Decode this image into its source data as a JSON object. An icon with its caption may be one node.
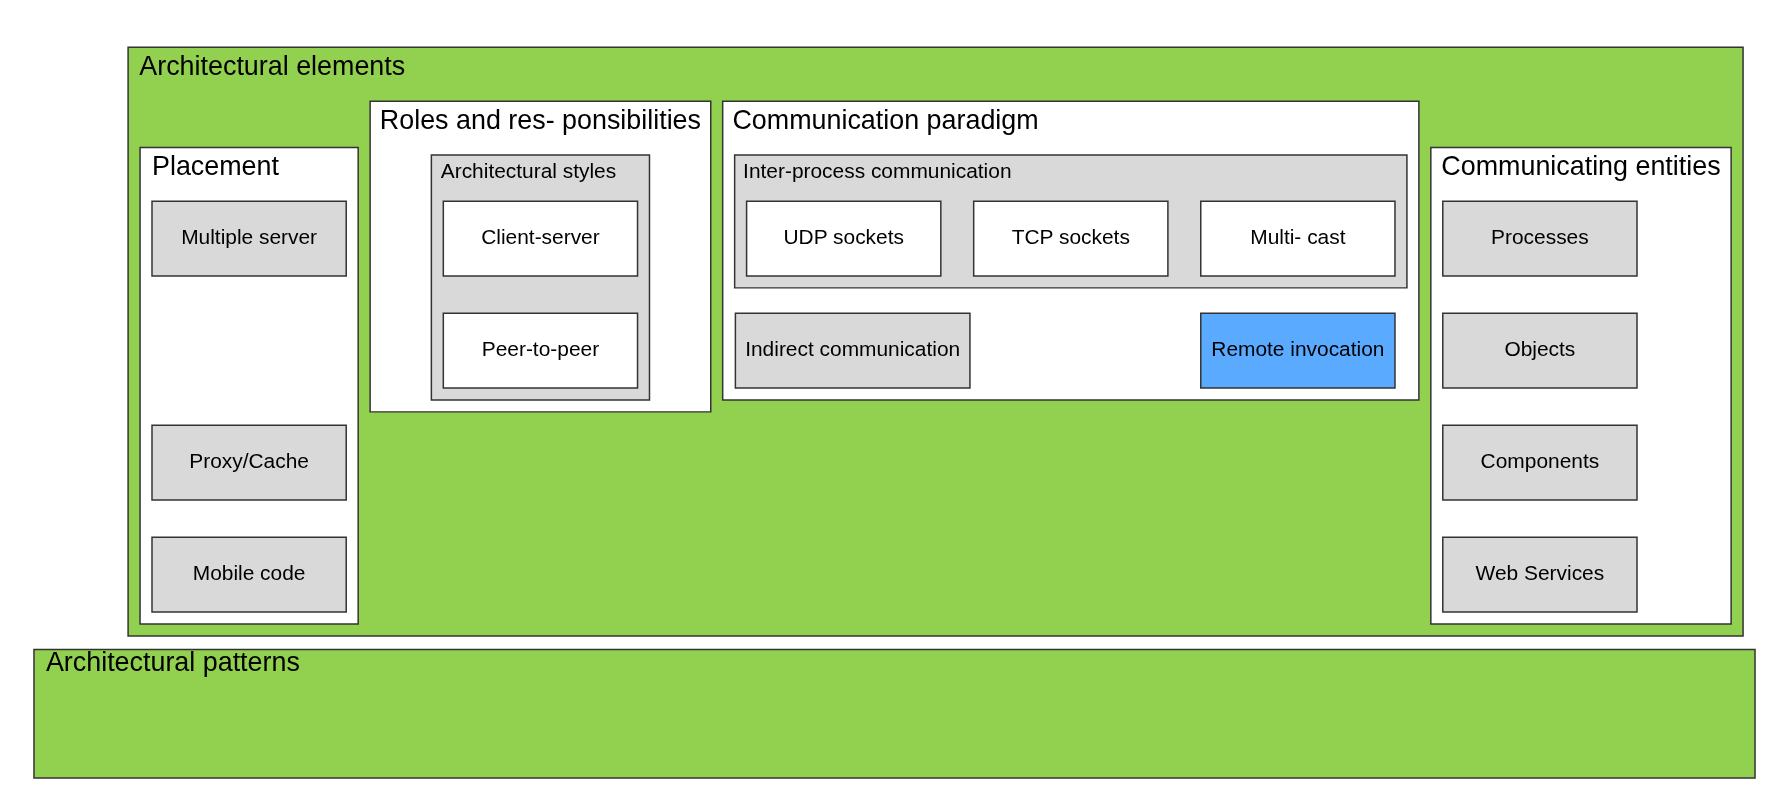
{
  "diagram": {
    "nodes": [
      {
        "text": [
          "Architectural elements"
        ]
      },
      {
        "text": [
          "Communicating entities"
        ],
        "in": 0
      },
      {
        "text": [
          "Processes"
        ],
        "in": 1
      },
      {
        "text": [
          "Objects"
        ],
        "in": 1
      },
      {
        "text": [
          "Components"
        ],
        "in": 1
      },
      {
        "text": [
          "Web Services"
        ],
        "in": 1
      },
      {
        "text": [
          "Communication paradigm"
        ],
        "in": 0
      },
      {
        "text": [
          "Inter-process communication"
        ],
        "in": 6
      },
      {
        "text": [
          "UDP sockets"
        ],
        "in": 7
      },
      {
        "text": [
          "TCP sockets"
        ],
        "in": 7
      },
      {
        "text": [
          "Multi- cast"
        ],
        "in": 7
      },
      {
        "text": [
          "Indirect communication"
        ],
        "in": 6
      },
      {
        "text": [
          "Remote invocation"
        ],
        "in": 6
      },
      {
        "text": [
          "Roles and res- ponsibilities"
        ],
        "in": 0
      },
      {
        "text": [
          "Architectural styles"
        ],
        "in": 13
      },
      {
        "text": [
          "Client-server"
        ],
        "in": 14
      },
      {
        "text": [
          "Peer-to-peer"
        ],
        "in": 14
      },
      {
        "text": [
          "Placement"
        ],
        "in": 0
      },
      {
        "text": [
          "Multiple server"
        ],
        "in": 17
      },
      {
        "text": [
          "Proxy/Cache"
        ],
        "in": 17
      },
      {
        "text": [
          "Mobile code"
        ],
        "in": 17
      },
      {
        "text": [
          "Architectural patterns"
        ]
      }
    ]
  }
}
